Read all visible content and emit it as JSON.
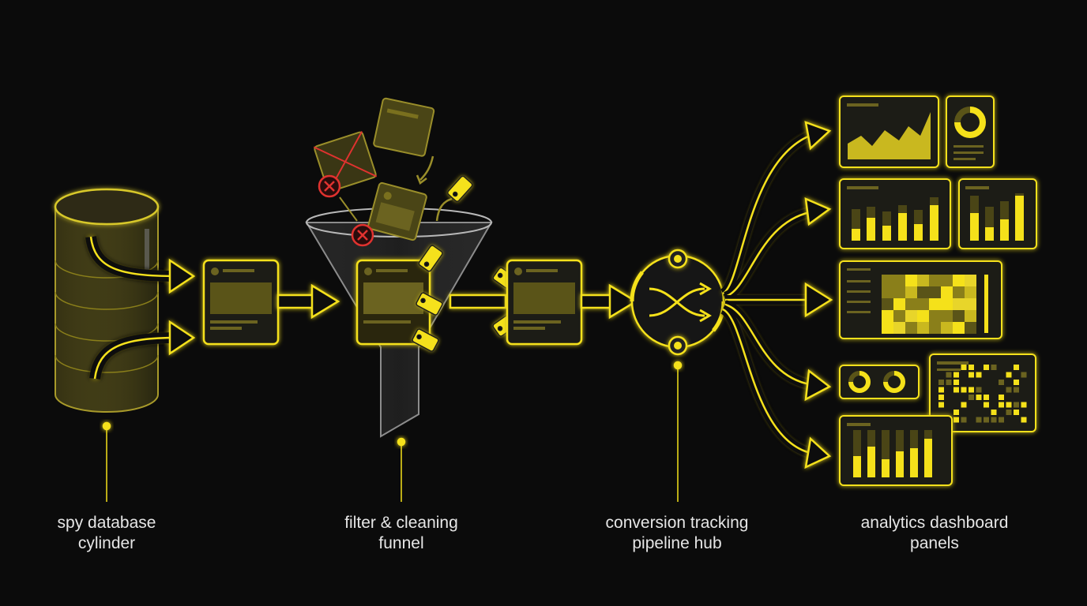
{
  "colors": {
    "background": "#0b0b0b",
    "accent": "#f5e11a",
    "accent_dim": "#8a7f1a",
    "panel_fill": "#1c1b12",
    "reject": "#e0322f",
    "label_text": "#e6e6e6"
  },
  "stages": [
    {
      "id": "database",
      "line1": "spy database",
      "line2": "cylinder",
      "icon": "database-cylinder-icon"
    },
    {
      "id": "funnel",
      "line1": "filter & cleaning",
      "line2": "funnel",
      "icon": "funnel-icon"
    },
    {
      "id": "hub",
      "line1": "conversion tracking",
      "line2": "pipeline hub",
      "icon": "shuffle-icon"
    },
    {
      "id": "dashboard",
      "line1": "analytics dashboard",
      "line2": "panels",
      "icon": "dashboard-icon"
    }
  ]
}
